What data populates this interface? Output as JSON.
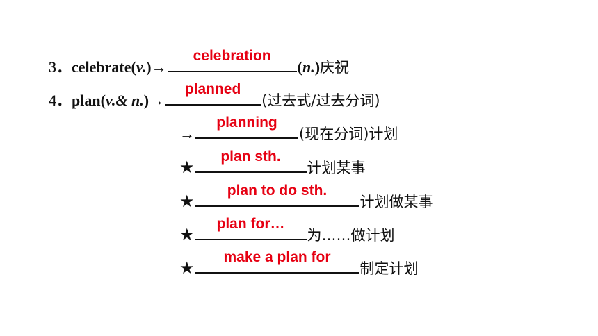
{
  "items": [
    {
      "num": "3．",
      "word": "celebrate",
      "pos": "v.",
      "arrow": "→",
      "answer": "celebration",
      "suffix_pos": "n.",
      "suffix_cn": "庆祝"
    },
    {
      "num": "4．",
      "word": "plan",
      "pos": "v.& n.",
      "arrow": "→",
      "answer": "planned",
      "suffix_cn": "(过去式/过去分词)"
    }
  ],
  "sub_items": [
    {
      "marker": "→",
      "answer": "planning",
      "suffix": "(现在分词)计划"
    },
    {
      "marker": "★",
      "answer": "plan sth.",
      "suffix": "计划某事"
    },
    {
      "marker": "★",
      "answer": "plan to do sth.",
      "suffix": "计划做某事"
    },
    {
      "marker": "★",
      "answer": "plan for…",
      "suffix": "为……做计划"
    },
    {
      "marker": "★",
      "answer": "make a plan for",
      "suffix": "制定计划"
    }
  ]
}
